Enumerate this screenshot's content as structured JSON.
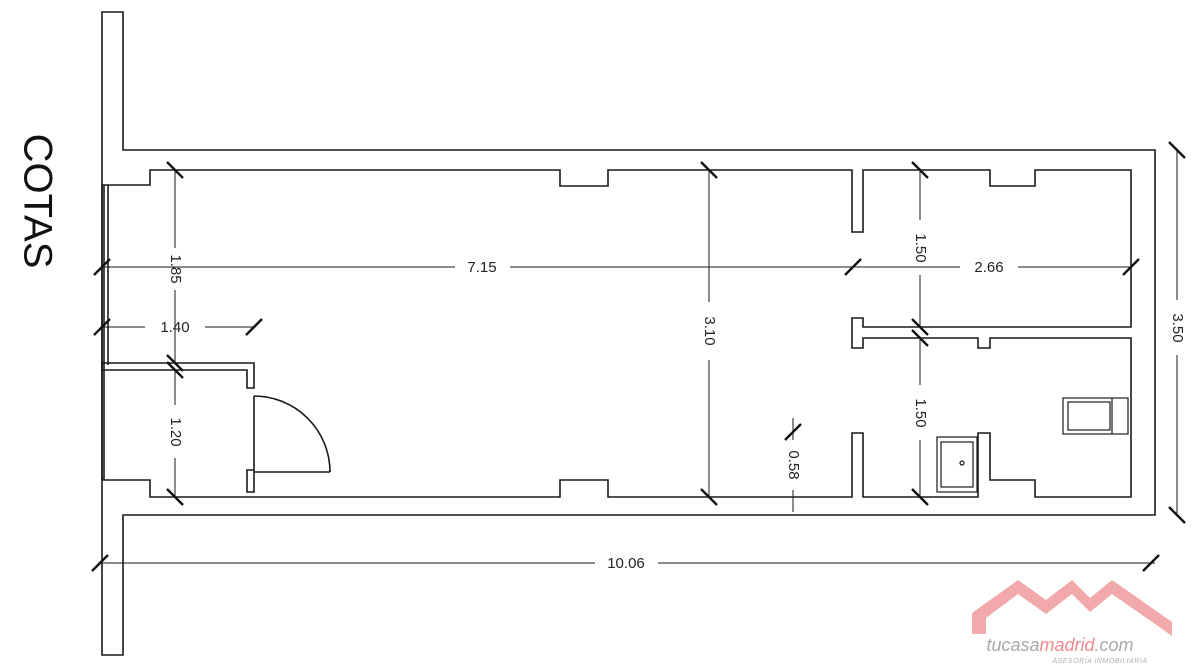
{
  "title": "COTAS",
  "dimensions": {
    "d_1_85": "1.85",
    "d_7_15": "7.15",
    "d_2_66": "2.66",
    "d_1_50_top": "1.50",
    "d_1_40": "1.40",
    "d_3_10": "3.10",
    "d_3_50": "3.50",
    "d_1_20": "1.20",
    "d_1_50_bottom": "1.50",
    "d_0_58": "0.58",
    "d_10_06": "10.06"
  },
  "watermark": {
    "brand_part1": "tucasa",
    "brand_part2": "madrid",
    "brand_part3": ".com",
    "tagline": "ASESORÍA INMOBILIARIA",
    "colors": {
      "logo_pink": "#f2a9ab",
      "brand_gray": "#a8a8a8",
      "brand_pink": "#f08a8e"
    }
  },
  "colors": {
    "line": "#1a1a1a"
  }
}
